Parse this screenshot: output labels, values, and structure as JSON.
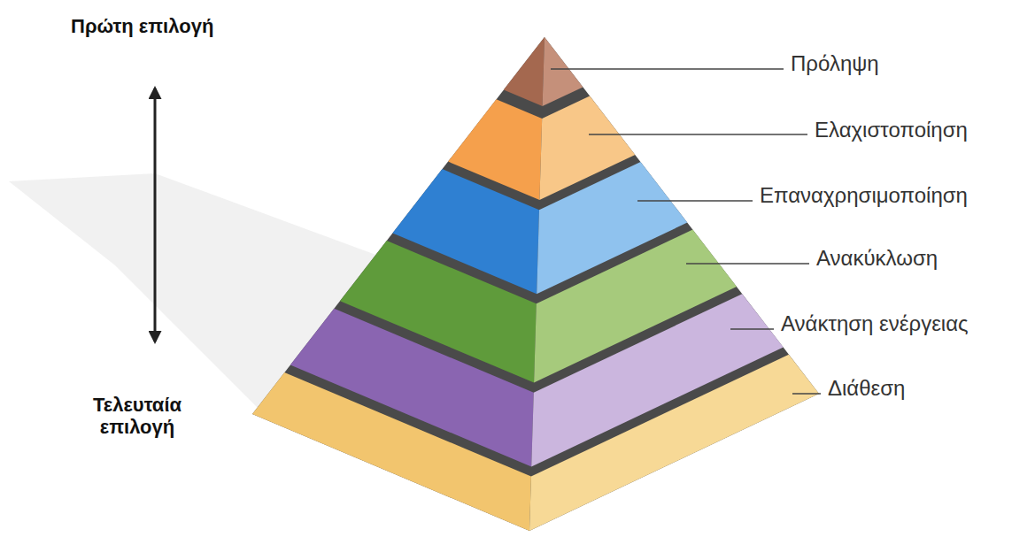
{
  "diagram": {
    "labels": [
      "Πρώτη επιλογή",
      "Τελευταία επιλογή",
      "Πρόληψη",
      "Ελαχιστοποίηση",
      "Επαναχρησιμοποίηση",
      "Ανακύκλωση",
      "Ανάκτηση ενέργειας",
      "Διάθεση"
    ]
  }
}
